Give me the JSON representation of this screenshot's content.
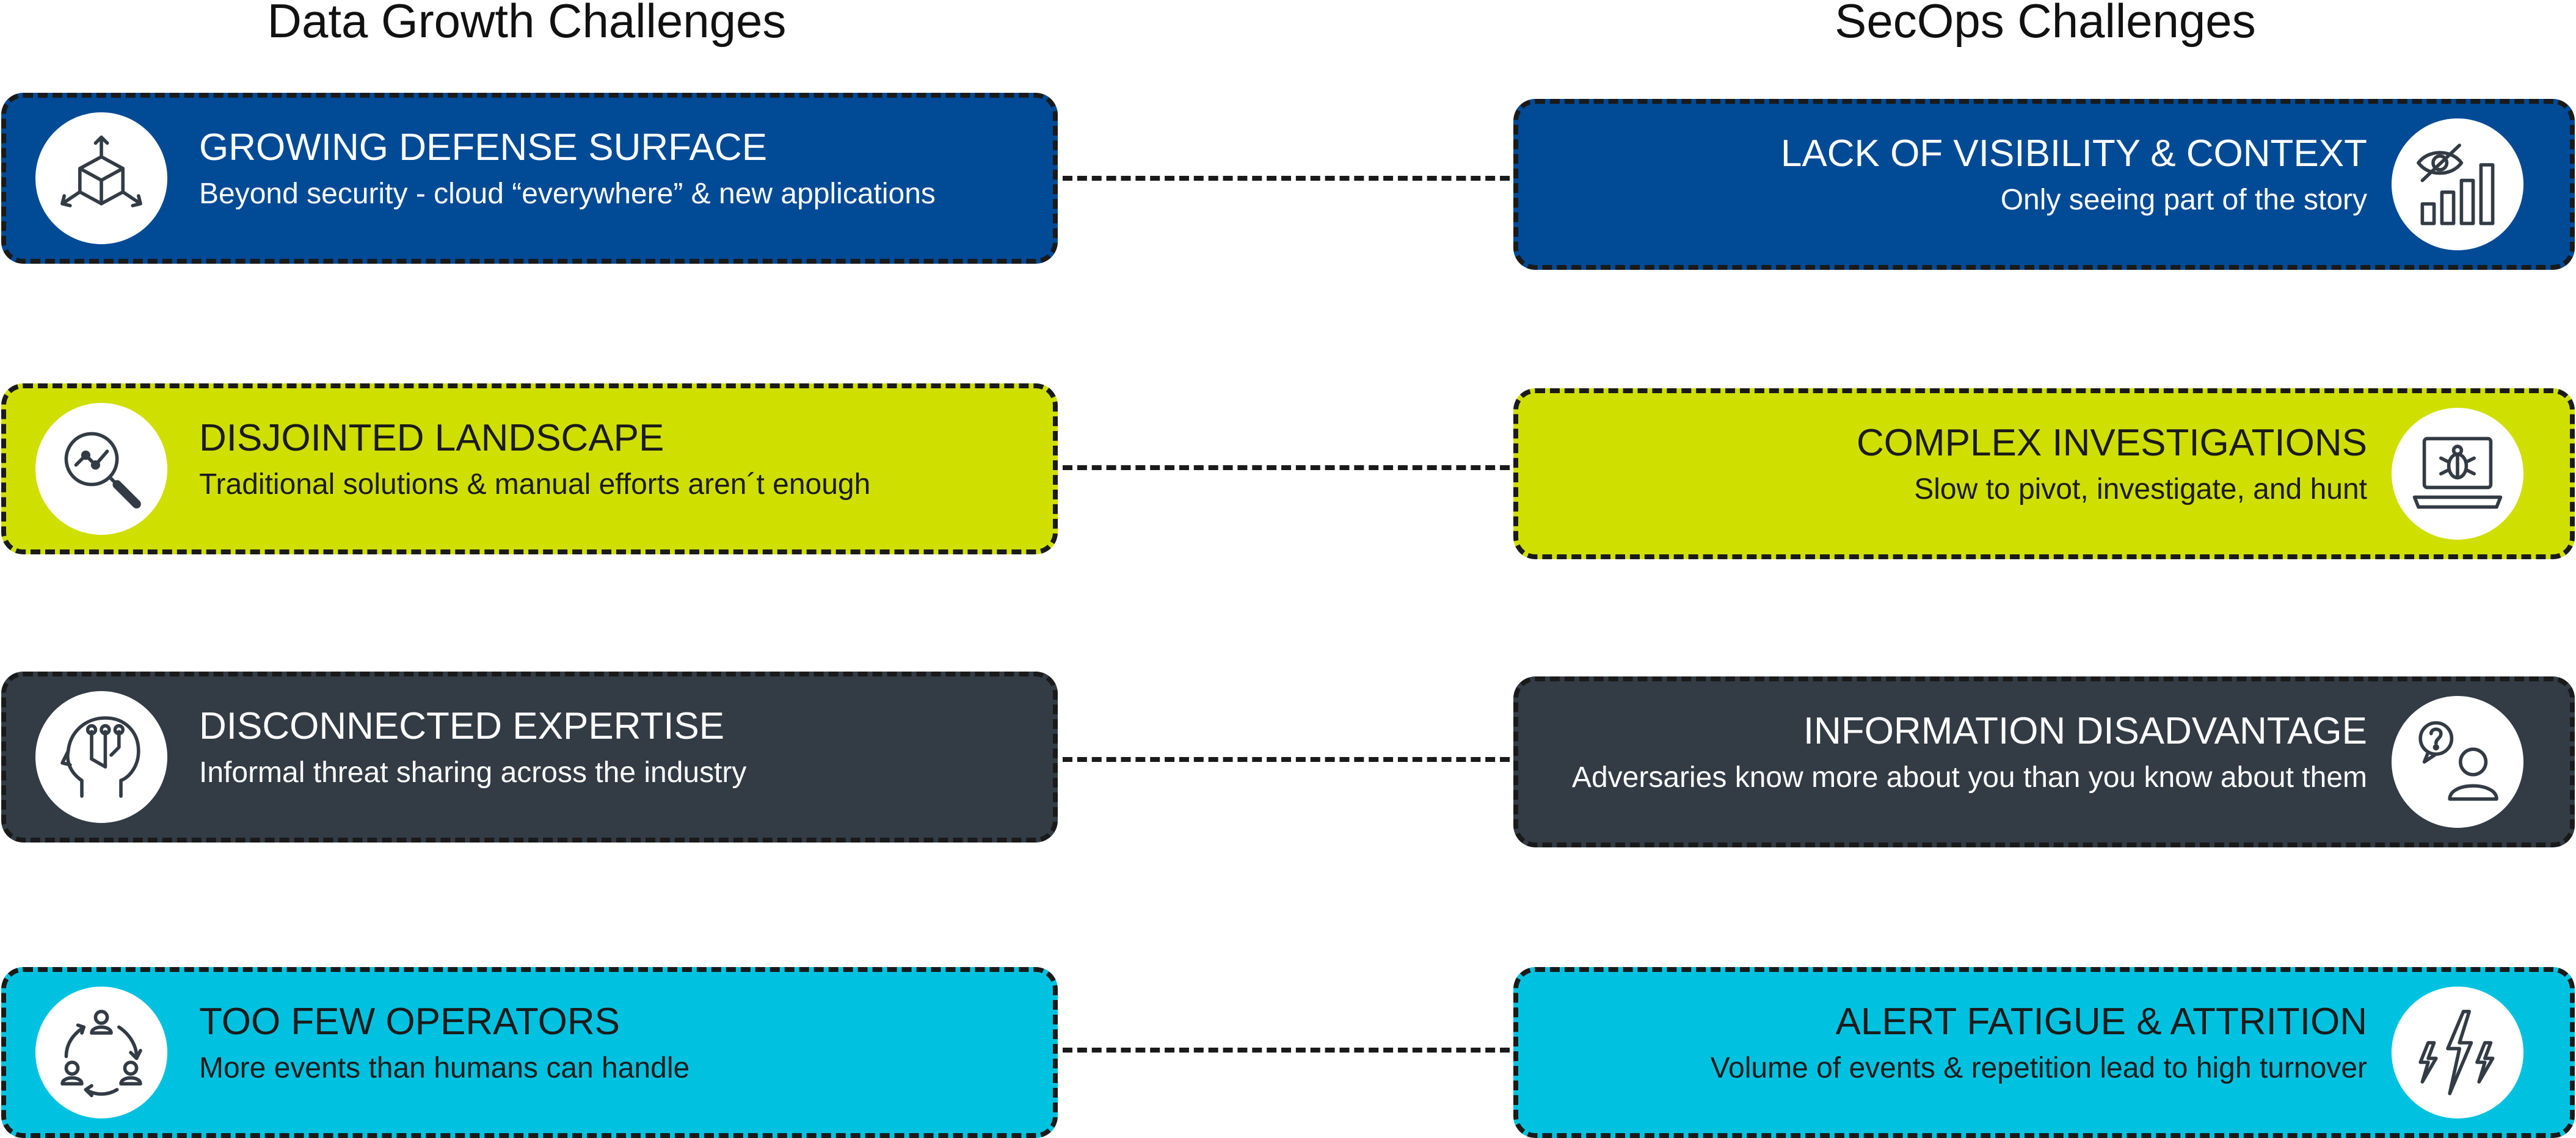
{
  "left_column": {
    "title": "Data Growth Challenges",
    "cards": [
      {
        "heading": "GROWING DEFENSE SURFACE",
        "subtext": "Beyond security - cloud “everywhere” & new applications",
        "icon": "3d-cube-arrows-icon",
        "color": "#004a96"
      },
      {
        "heading": "DISJOINTED LANDSCAPE",
        "subtext": "Traditional solutions & manual efforts aren´t enough",
        "icon": "magnifier-trend-icon",
        "color": "#cfdf00"
      },
      {
        "heading": "DISCONNECTED EXPERTISE",
        "subtext": "Informal threat sharing across the industry",
        "icon": "head-circuit-icon",
        "color": "#333c45"
      },
      {
        "heading": "TOO FEW OPERATORS",
        "subtext": "More events than humans can handle",
        "icon": "people-cycle-icon",
        "color": "#00c2e0"
      }
    ]
  },
  "right_column": {
    "title": "SecOps Challenges",
    "cards": [
      {
        "heading": "LACK OF VISIBILITY & CONTEXT",
        "subtext": "Only seeing part of the story",
        "icon": "hidden-eye-chart-icon",
        "color": "#004a96"
      },
      {
        "heading": "COMPLEX INVESTIGATIONS",
        "subtext": "Slow to pivot, investigate, and hunt",
        "icon": "laptop-bug-icon",
        "color": "#cfdf00"
      },
      {
        "heading": "INFORMATION DISADVANTAGE",
        "subtext": "Adversaries know more about you than you know about them",
        "icon": "person-question-icon",
        "color": "#333c45"
      },
      {
        "heading": "ALERT FATIGUE & ATTRITION",
        "subtext": "Volume of events & repetition lead to high turnover",
        "icon": "lightning-bolts-icon",
        "color": "#00c2e0"
      }
    ]
  }
}
